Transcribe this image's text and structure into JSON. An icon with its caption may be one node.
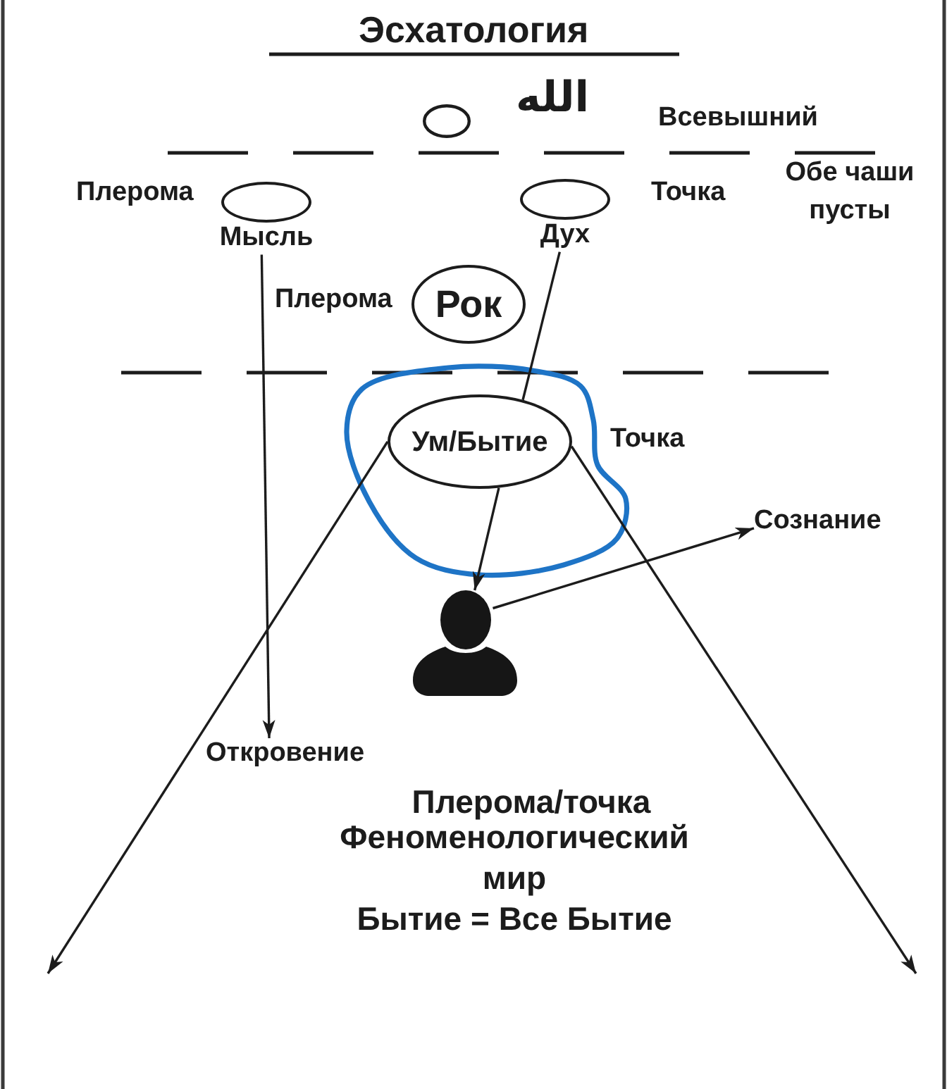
{
  "diagram": {
    "title": "Эсхатология",
    "nodes": [
      {
        "text": [],
        "shape": "circle"
      },
      {
        "text": [
          "Мысль"
        ]
      },
      {
        "text": [
          "Дух"
        ]
      },
      {
        "text": [
          "Рок"
        ]
      },
      {
        "text": [
          "Ум/Бытие"
        ]
      },
      {
        "text": [
          "Сознание"
        ]
      },
      {
        "text": [],
        "shape": "person"
      },
      {
        "text": [
          "Откровение"
        ]
      }
    ],
    "edges": [
      {
        "from": 1,
        "to": 7,
        "arrow": "to"
      },
      {
        "from": 2,
        "to": 4,
        "arrow": "none"
      },
      {
        "from": 4,
        "to": 6,
        "arrow": "to"
      },
      {
        "from": 6,
        "to": 5,
        "arrow": "to"
      },
      {
        "from": 4,
        "to": null,
        "arrow": "to"
      },
      {
        "from": 4,
        "to": null,
        "arrow": "to"
      }
    ],
    "labels": [
      "الله",
      "Всевышний",
      "Плерома",
      "Точка",
      "Обе чаши пусты",
      "Плерома",
      "Точка",
      "Плерома/точка",
      "Феноменологический мир",
      "Бытие = Все Бытие"
    ]
  }
}
